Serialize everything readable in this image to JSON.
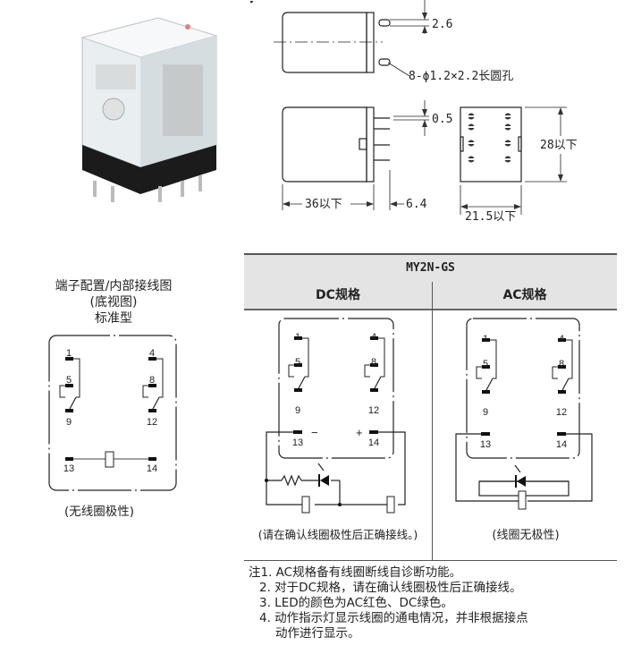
{
  "dimensions": {
    "pin_width": "2.6",
    "hole_spec": "8-ϕ1.2×2.2长圆孔",
    "pin_thickness": "0.5",
    "height": "28以下",
    "length": "36以下",
    "pin_length": "6.4",
    "width": "21.5以下"
  },
  "left_diagram": {
    "title_line1": "端子配置/内部接线图",
    "title_line2": "(底视图)",
    "title_line3": "标准型",
    "terminals": [
      "1",
      "4",
      "5",
      "8",
      "9",
      "12",
      "13",
      "14"
    ],
    "caption": "(无线圈极性)"
  },
  "table": {
    "model": "MY2N-GS",
    "dc_header": "DC规格",
    "ac_header": "AC规格",
    "dc_minus": "−",
    "dc_plus": "+",
    "dc_caption": "(请在确认线圈极性后正确接线。)",
    "ac_caption": "(线圈无极性)"
  },
  "notes": [
    "注1. AC规格备有线圈断线自诊断功能。",
    "2. 对于DC规格，请在确认线圈极性后正确接线。",
    "3. LED的颜色为AC红色、DC绿色。",
    "4. 动作指示灯显示线圈的通电情况，并非根据接点",
    "动作进行显示。"
  ]
}
